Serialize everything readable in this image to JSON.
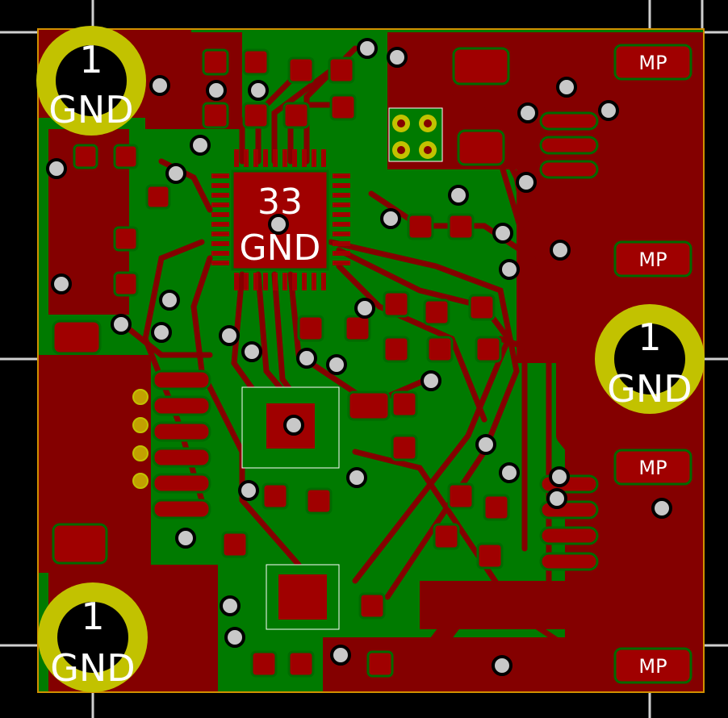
{
  "board": {
    "mounting_holes": [
      {
        "pin": "1",
        "net": "GND"
      },
      {
        "pin": "1",
        "net": "GND"
      },
      {
        "pin": "1",
        "net": "GND"
      }
    ],
    "ic_pad": {
      "pin": "33",
      "net": "GND"
    },
    "mp_pads": [
      "MP",
      "MP",
      "MP",
      "MP"
    ]
  },
  "colors": {
    "background": "#000000",
    "copper_fill": "#840000",
    "board_base": "#007a00",
    "trace": "#840000",
    "pad": "#a00000",
    "hole_ring": "#c2c200",
    "via": "#c8c8c8",
    "outline": "#d0a000",
    "grid": "#ffffff"
  }
}
